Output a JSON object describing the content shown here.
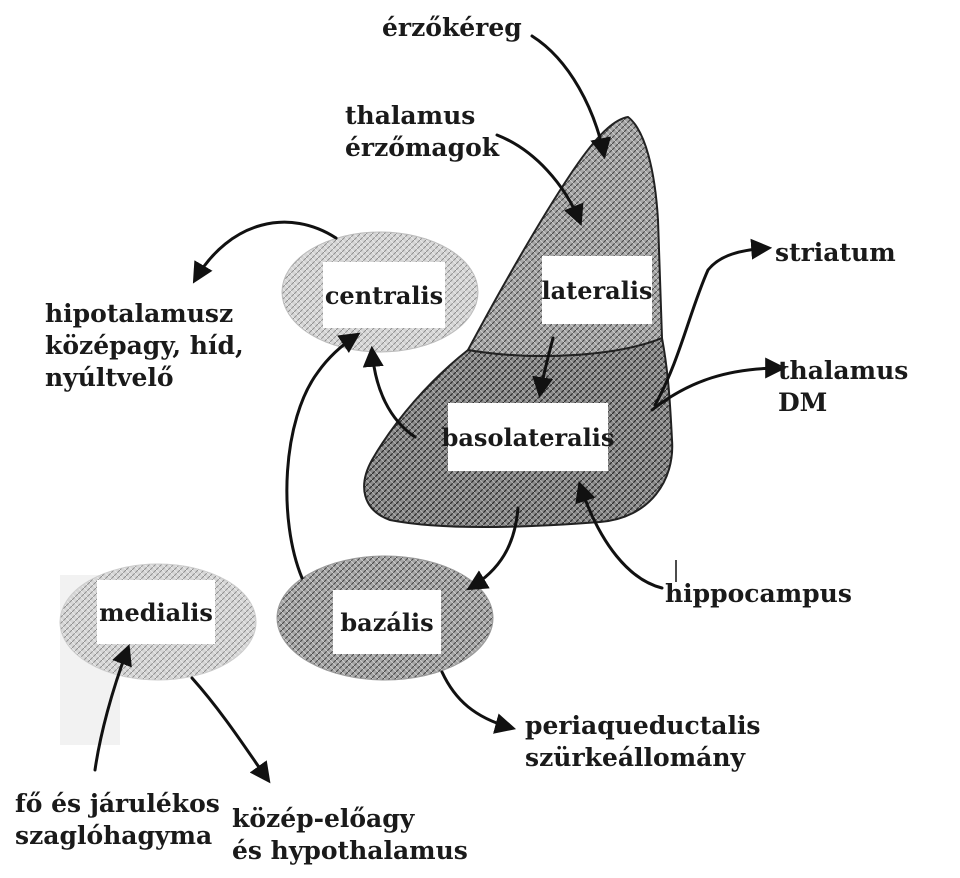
{
  "nuclei": {
    "lateralis": "lateralis",
    "basolateralis": "basolateralis",
    "centralis": "centralis",
    "medialis": "medialis",
    "bazalis": "bazális"
  },
  "labels": {
    "erzokereg": "érzőkéreg",
    "thalamus_erzomagok": [
      "thalamus",
      "érzőmagok"
    ],
    "hipotalamusz": [
      "hipotalamusz",
      "középagy, híd,",
      "nyúltvelő"
    ],
    "striatum": "striatum",
    "thalamus_dm": [
      "thalamus",
      "DM"
    ],
    "hippocampus": "hippocampus",
    "periaqueductalis": [
      "periaqueductalis",
      "szürkeállomány"
    ],
    "fo_es_jarulekos": [
      "fő és járulékos",
      "szaglóhagyma"
    ],
    "kozep_eloagy": [
      "közép-előagy",
      "és hypothalamus"
    ]
  }
}
